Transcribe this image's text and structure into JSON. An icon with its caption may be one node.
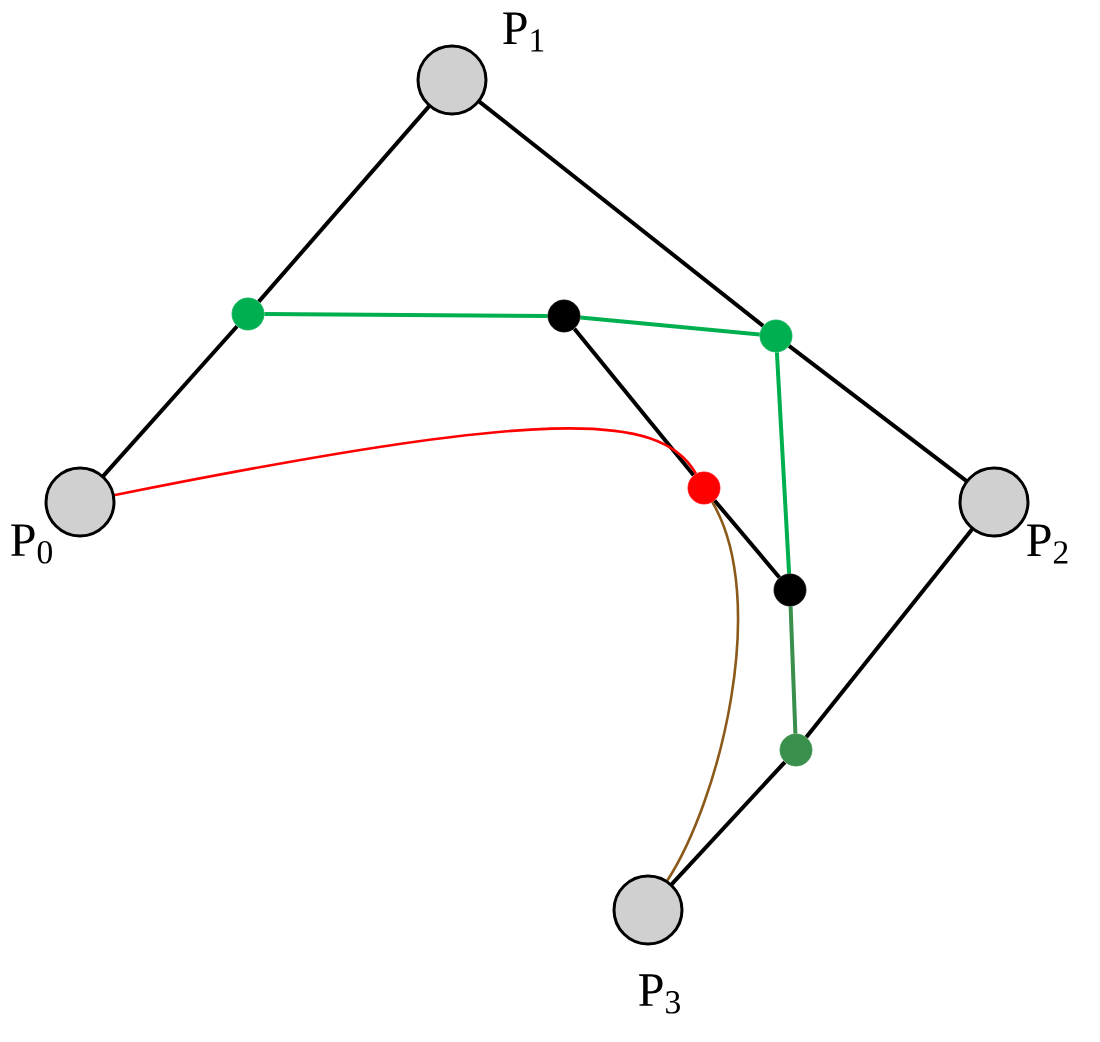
{
  "diagram": {
    "nodes": [
      {
        "text": [],
        "shape": "circle",
        "beside": [
          "P$_{1}$"
        ]
      },
      {
        "text": [],
        "shape": "circle"
      },
      {
        "text": [],
        "shape": "circle"
      },
      {
        "text": [],
        "shape": "circle"
      },
      {
        "text": [],
        "shape": "circle"
      },
      {
        "text": [],
        "shape": "circle",
        "beside": [
          "P$_{0}$"
        ]
      },
      {
        "text": [],
        "shape": "circle",
        "beside": [
          "P$_{2}$"
        ]
      },
      {
        "text": [],
        "shape": "circle"
      },
      {
        "text": [],
        "shape": "circle"
      },
      {
        "text": [],
        "shape": "circle",
        "beside": [
          "P$_{3}$"
        ]
      }
    ],
    "edges": [
      {
        "from": 5,
        "to": 1,
        "arrow": "none"
      },
      {
        "from": 1,
        "to": 0,
        "arrow": "none"
      },
      {
        "from": 0,
        "to": 3,
        "arrow": "none"
      },
      {
        "from": 3,
        "to": 6,
        "arrow": "none"
      },
      {
        "from": 6,
        "to": 8,
        "arrow": "none"
      },
      {
        "from": 8,
        "to": 9,
        "arrow": "none"
      },
      {
        "from": 1,
        "to": 2,
        "arrow": "none",
        "color": "#00b050"
      },
      {
        "from": 2,
        "to": 3,
        "arrow": "none",
        "color": "#00b050"
      },
      {
        "from": 3,
        "to": 7,
        "arrow": "none",
        "color": "#00b050"
      },
      {
        "from": 7,
        "to": 8,
        "arrow": "none",
        "color": "#3a8f4c"
      },
      {
        "from": 2,
        "to": 4,
        "arrow": "none"
      },
      {
        "from": 4,
        "to": 7,
        "arrow": "none"
      },
      {
        "from": 5,
        "to": 4,
        "arrow": "none",
        "color": "#ff0000"
      },
      {
        "from": 4,
        "to": 9,
        "arrow": "none",
        "color": "#8b5a1a"
      }
    ]
  }
}
